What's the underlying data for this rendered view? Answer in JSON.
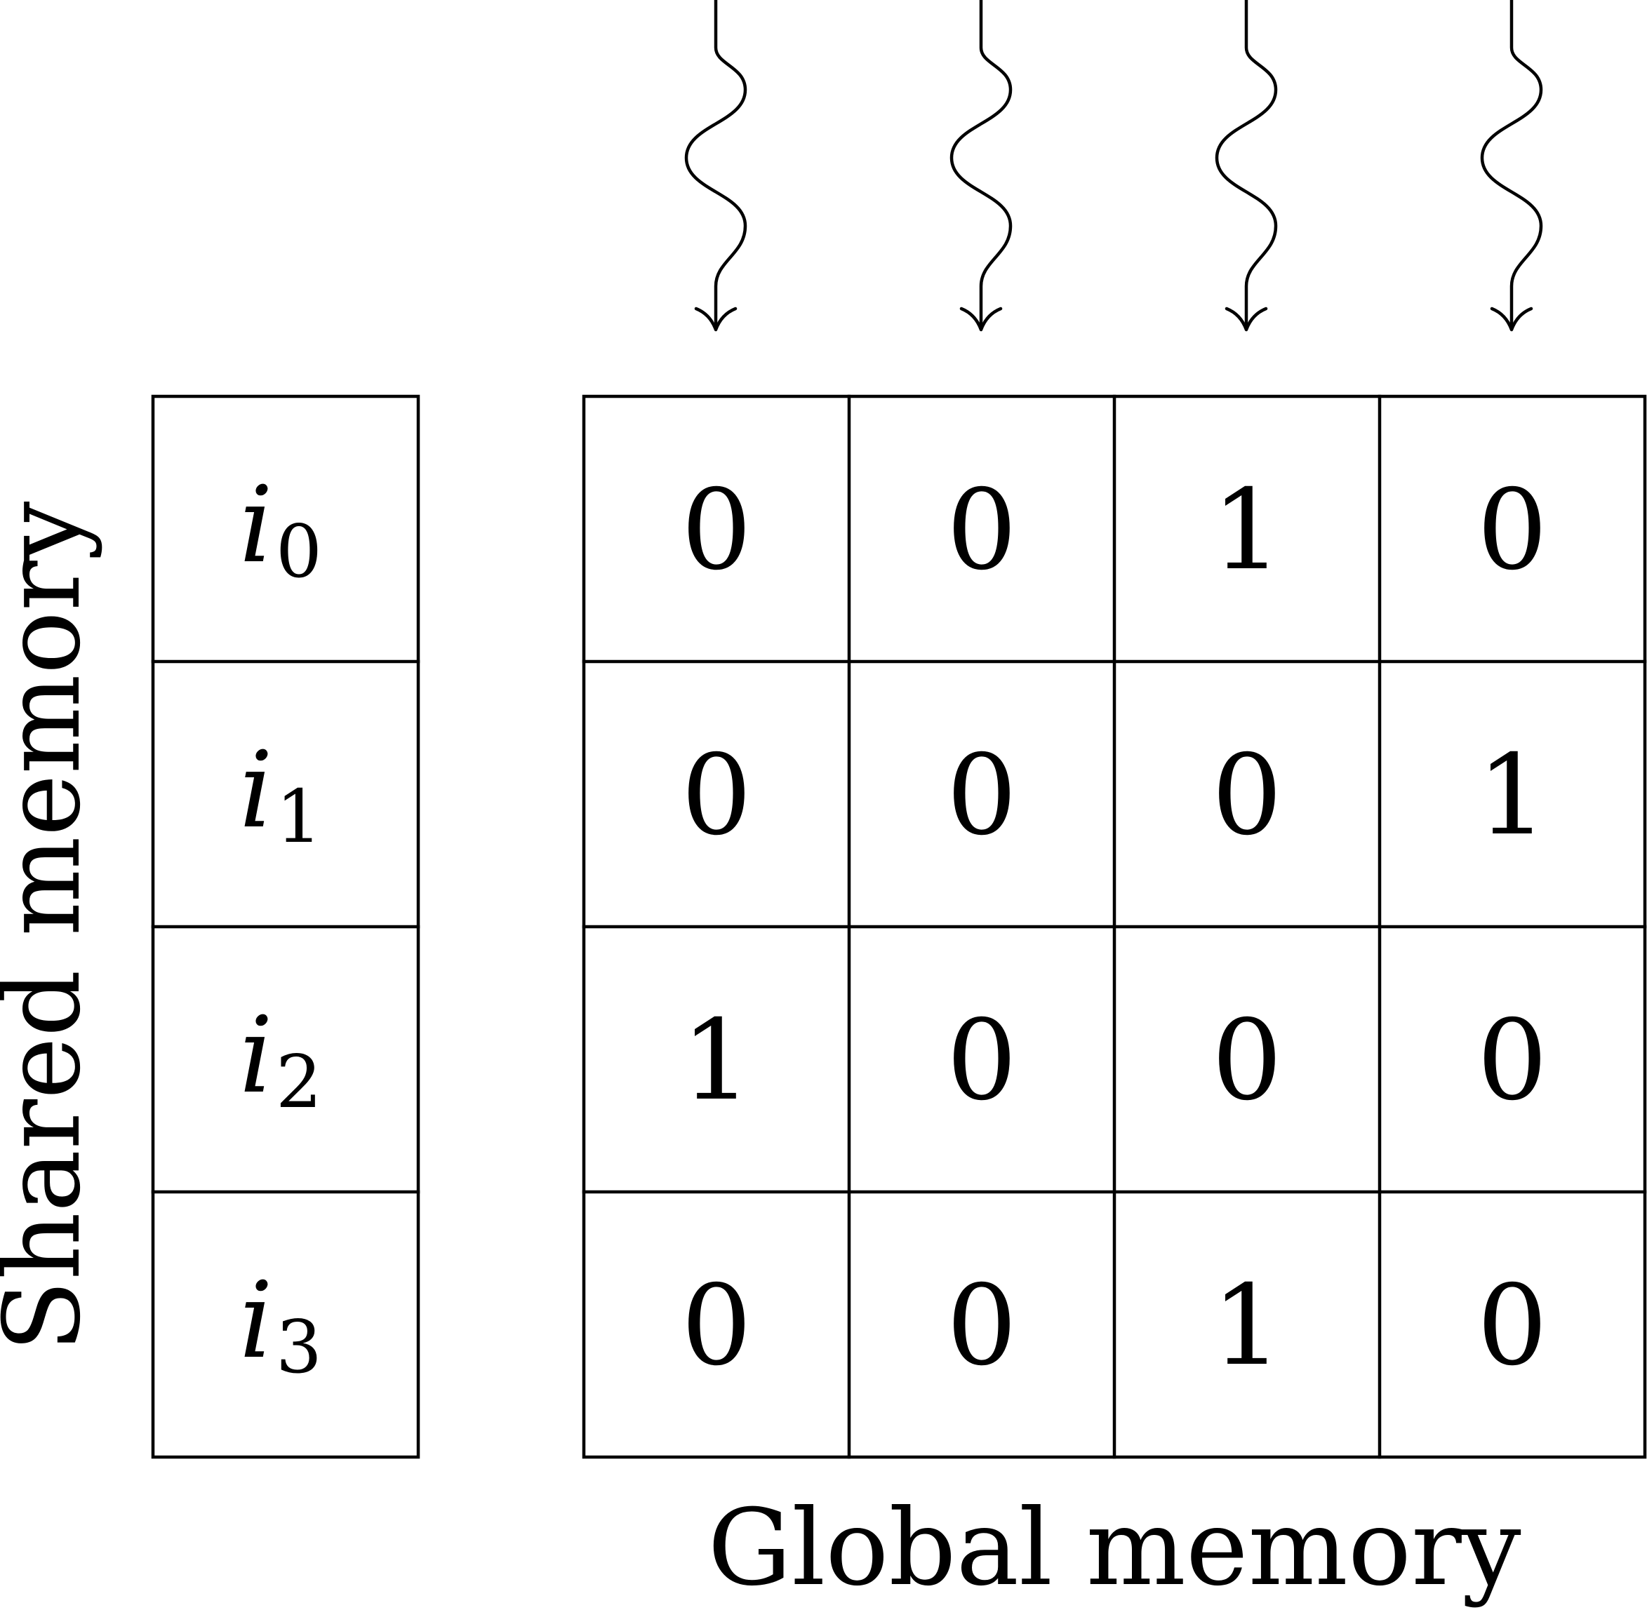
{
  "shared_memory": {
    "label": "Shared memory",
    "cells": [
      {
        "var": "i",
        "sub": "0"
      },
      {
        "var": "i",
        "sub": "1"
      },
      {
        "var": "i",
        "sub": "2"
      },
      {
        "var": "i",
        "sub": "3"
      }
    ]
  },
  "global_memory": {
    "label": "Global memory",
    "rows": [
      [
        "0",
        "0",
        "1",
        "0"
      ],
      [
        "0",
        "0",
        "0",
        "1"
      ],
      [
        "1",
        "0",
        "0",
        "0"
      ],
      [
        "0",
        "0",
        "1",
        "0"
      ]
    ]
  },
  "incoming_arrows": 4
}
